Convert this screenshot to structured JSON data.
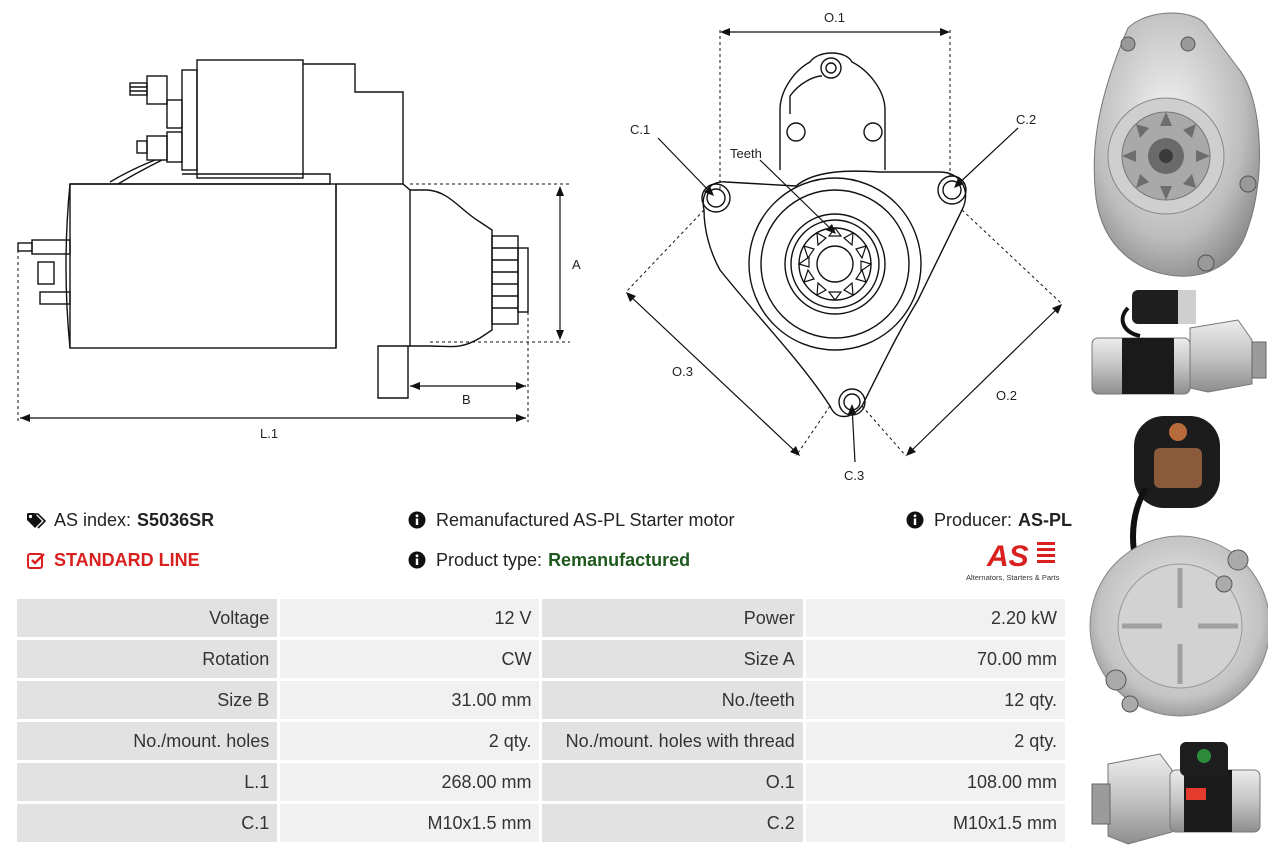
{
  "drawing_labels": {
    "side_a": "A",
    "side_b": "B",
    "side_l1": "L.1",
    "front_o1": "O.1",
    "front_o2": "O.2",
    "front_o3": "O.3",
    "front_c1": "C.1",
    "front_c2": "C.2",
    "front_c3": "C.3",
    "front_teeth": "Teeth"
  },
  "info": {
    "as_index_label": "AS index:",
    "as_index_value": "S5036SR",
    "line_label": "STANDARD LINE",
    "description": "Remanufactured AS-PL Starter motor",
    "product_type_label": "Product type:",
    "product_type_value": "Remanufactured",
    "producer_label": "Producer:",
    "producer_value": "AS-PL"
  },
  "logo": {
    "mark": "AS",
    "tagline": "Alternators, Starters & Parts",
    "color": "#d9201f"
  },
  "colors": {
    "tag_icon": "#111111",
    "info_icon": "#111111",
    "check_icon": "#d9201f",
    "standard_line": "#d9201f",
    "product_type": "#1e5a1e"
  },
  "icons": {
    "as_index": "tag-icon",
    "line": "checkbox-icon",
    "description": "info-icon",
    "product_type": "info-icon",
    "producer": "info-icon"
  },
  "specs": [
    {
      "l1": "Voltage",
      "v1": "12 V",
      "l2": "Power",
      "v2": "2.20 kW"
    },
    {
      "l1": "Rotation",
      "v1": "CW",
      "l2": "Size A",
      "v2": "70.00 mm"
    },
    {
      "l1": "Size B",
      "v1": "31.00 mm",
      "l2": "No./teeth",
      "v2": "12 qty."
    },
    {
      "l1": "No./mount. holes",
      "v1": "2 qty.",
      "l2": "No./mount. holes with thread",
      "v2": "2 qty."
    },
    {
      "l1": "L.1",
      "v1": "268.00 mm",
      "l2": "O.1",
      "v2": "108.00 mm"
    },
    {
      "l1": "C.1",
      "v1": "M10x1.5 mm",
      "l2": "C.2",
      "v2": "M10x1.5 mm"
    }
  ]
}
